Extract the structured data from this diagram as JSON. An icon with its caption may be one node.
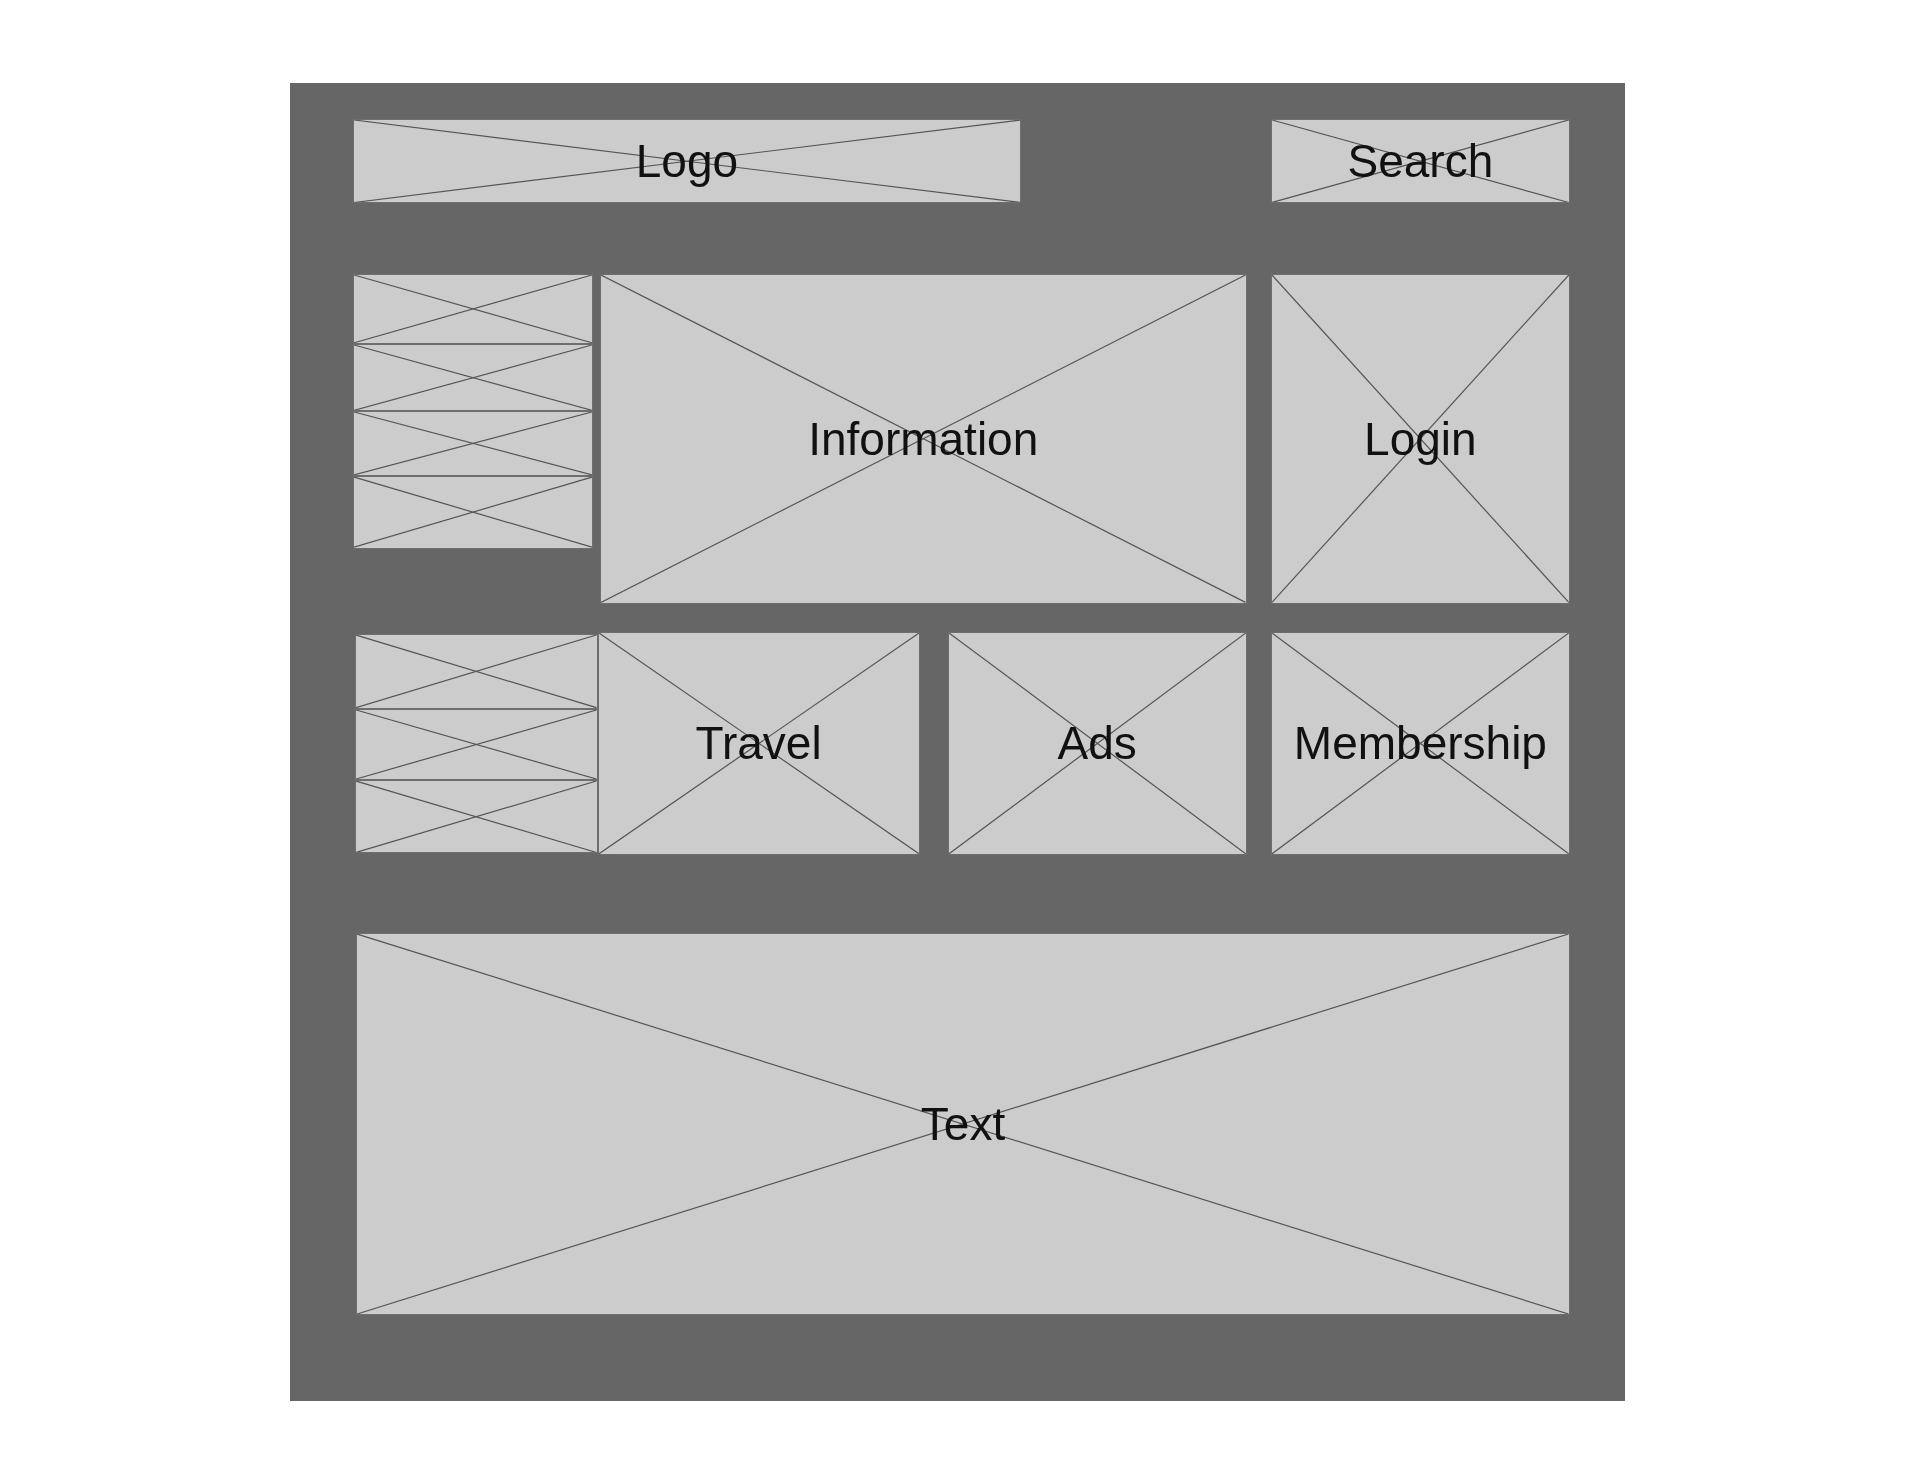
{
  "diagram": {
    "nodes": [
      {
        "text": [],
        "shape": "box"
      },
      {
        "text": [
          "Logo"
        ],
        "in": 0
      },
      {
        "text": [
          "Search"
        ],
        "in": 0
      },
      {
        "text": [],
        "shape": "box",
        "in": 0
      },
      {
        "text": [],
        "shape": "box",
        "in": 0
      },
      {
        "text": [],
        "shape": "box",
        "in": 0
      },
      {
        "text": [],
        "shape": "box",
        "in": 0
      },
      {
        "text": [
          "Information"
        ],
        "in": 0
      },
      {
        "text": [
          "Login"
        ],
        "in": 0
      },
      {
        "text": [],
        "shape": "box",
        "in": 0
      },
      {
        "text": [],
        "shape": "box",
        "in": 0
      },
      {
        "text": [],
        "shape": "box",
        "in": 0
      },
      {
        "text": [
          "Travel"
        ],
        "in": 0
      },
      {
        "text": [
          "Ads"
        ],
        "in": 0
      },
      {
        "text": [
          "Membership"
        ],
        "in": 0
      },
      {
        "text": [
          "Text"
        ],
        "in": 0
      }
    ]
  }
}
